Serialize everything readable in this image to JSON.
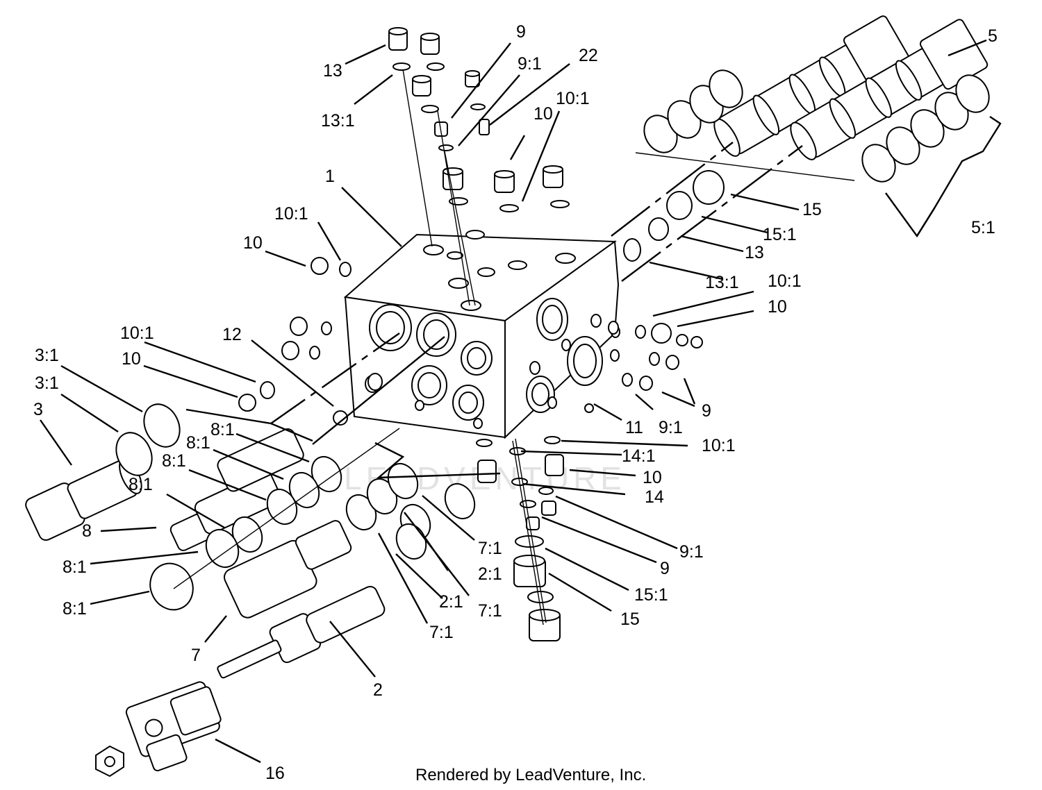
{
  "watermark": "LEADVENTURE",
  "footer": "Rendered by LeadVenture, Inc.",
  "callouts": [
    "13",
    "13:1",
    "9",
    "9:1",
    "22",
    "10:1",
    "10",
    "1",
    "10:1",
    "10",
    "5",
    "15",
    "15:1",
    "13",
    "13:1",
    "5:1",
    "10:1",
    "10",
    "10:1",
    "10",
    "12",
    "3:1",
    "3:1",
    "3",
    "8:1",
    "8:1",
    "8:1",
    "8:1",
    "8",
    "8:1",
    "8:1",
    "9",
    "11",
    "9:1",
    "10:1",
    "14:1",
    "10",
    "14",
    "9:1",
    "9",
    "15:1",
    "15",
    "7:1",
    "2:1",
    "2:1",
    "7:1",
    "7:1",
    "7",
    "2",
    "16"
  ]
}
